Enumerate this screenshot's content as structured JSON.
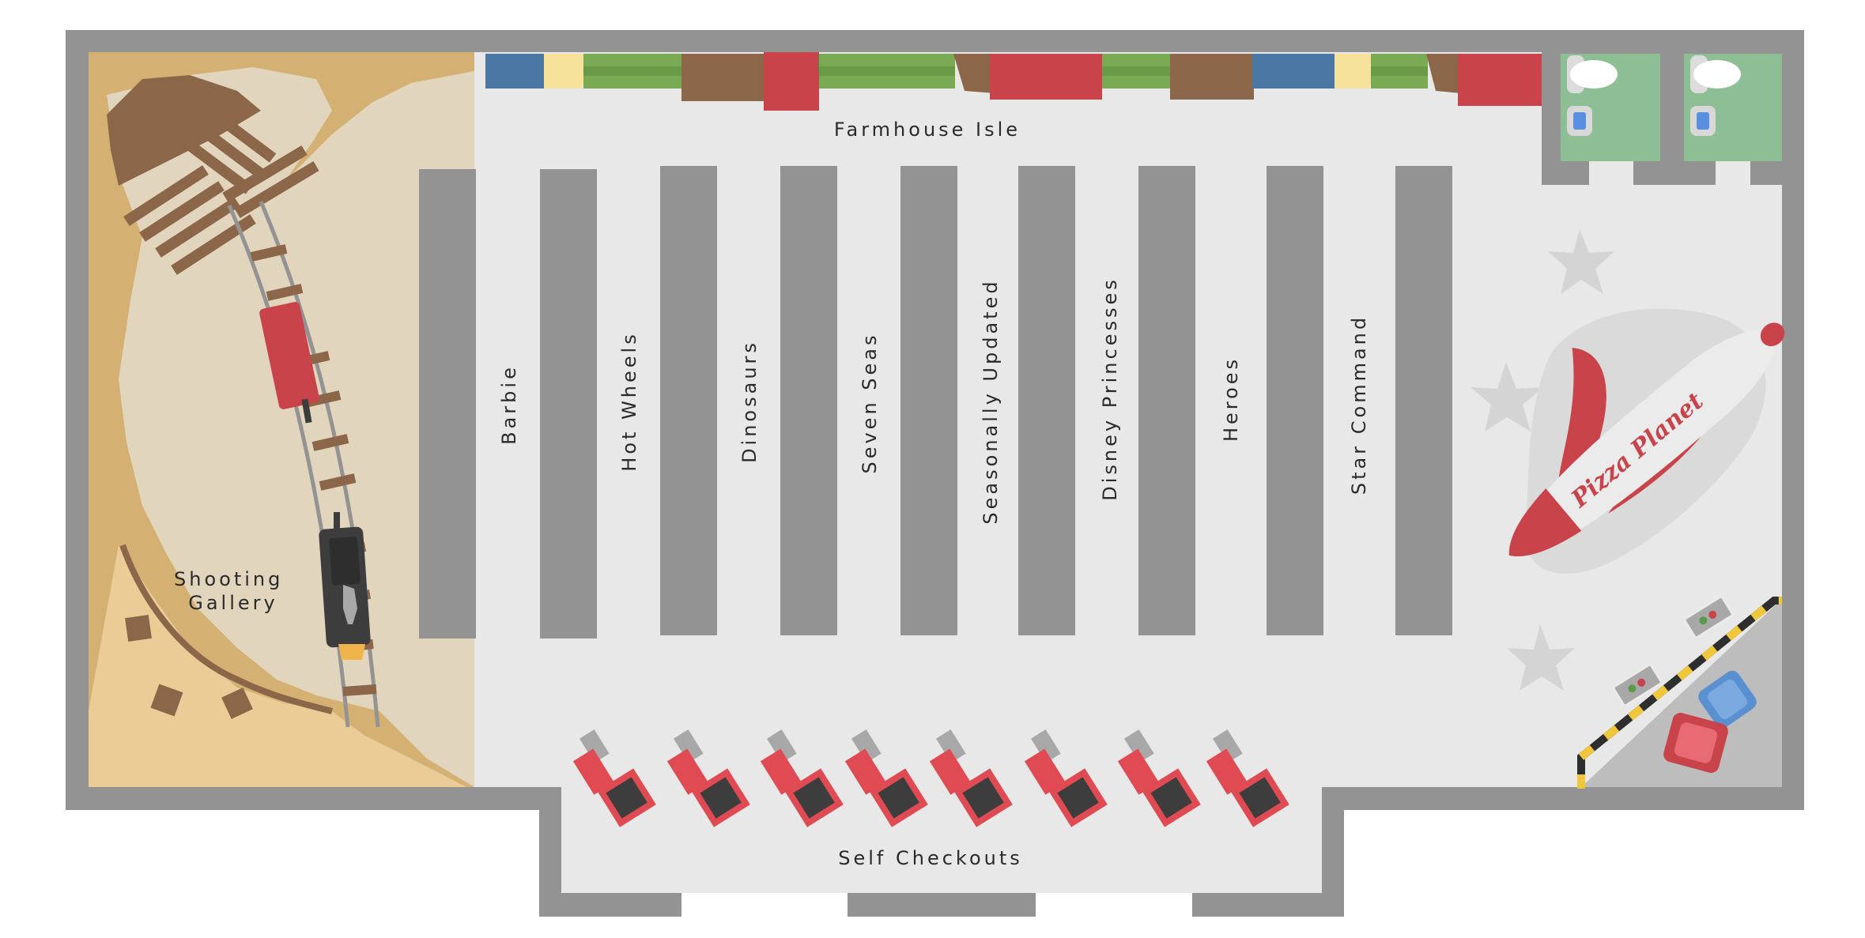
{
  "labels": {
    "farmhouse_isle": "Farmhouse Isle",
    "self_checkouts": "Self Checkouts",
    "shooting_gallery_line1": "Shooting",
    "shooting_gallery_line2": "Gallery",
    "pizza_planet": "Pizza Planet"
  },
  "aisles": [
    {
      "label": "Barbie"
    },
    {
      "label": "Hot Wheels"
    },
    {
      "label": "Dinosaurs"
    },
    {
      "label": "Seven Seas"
    },
    {
      "label": "Seasonally Updated"
    },
    {
      "label": "Disney Princesses"
    },
    {
      "label": "Heroes"
    },
    {
      "label": "Star Command"
    }
  ],
  "colors": {
    "wall": "#939393",
    "floor": "#e8e8e8",
    "desert": "#d4b072",
    "sand": "#e2d5bd",
    "shelf": "#939393",
    "restroom": "#8ebf94",
    "rocket_red": "#c8434a",
    "crop_green": "#7aab54",
    "crop_brown": "#8b6649",
    "crop_blue": "#4a77a3",
    "crop_yellow": "#f7e29c",
    "checkout_red": "#e04a52",
    "checkout_dark": "#3d3d3d"
  },
  "icons": {
    "toilet": "toilet-icon",
    "star": "star-icon",
    "train": "train-icon",
    "rocket": "rocket-icon",
    "checkout": "checkout-kiosk-icon",
    "chair": "chair-icon"
  }
}
